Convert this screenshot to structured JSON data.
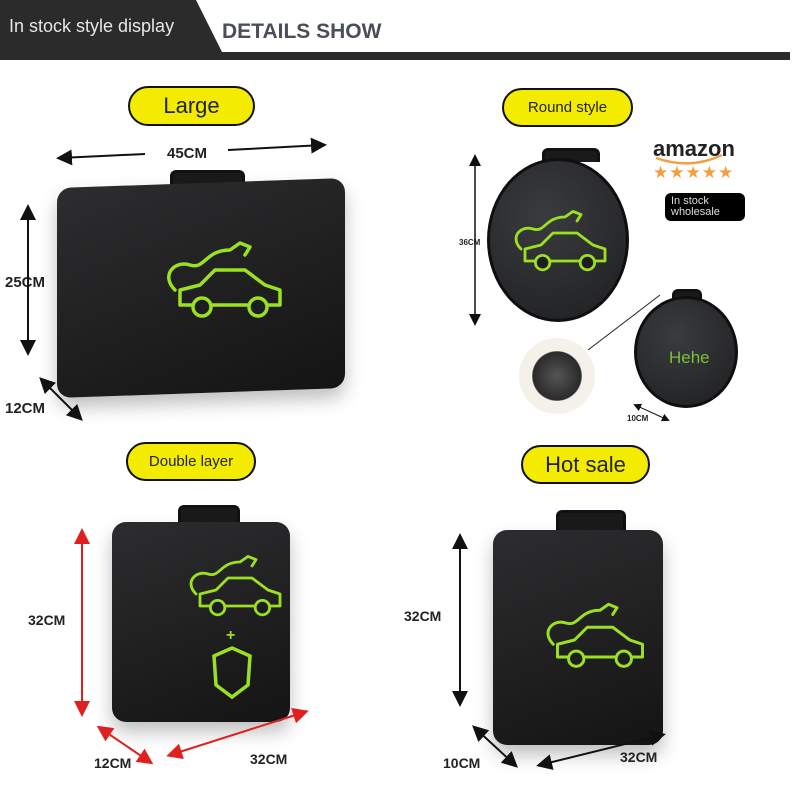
{
  "header": {
    "left_label": "In stock style display",
    "title": "DETAILS SHOW"
  },
  "large": {
    "label": "Large",
    "width": "45CM",
    "height": "25CM",
    "depth": "12CM"
  },
  "round": {
    "label": "Round style",
    "diameter": "36CM",
    "depth": "10CM",
    "brand": "amazon",
    "rating_stars": 5,
    "badge": "In stock wholesale",
    "print_text": "Hehe"
  },
  "double": {
    "label": "Double layer",
    "height": "32CM",
    "depth": "12CM",
    "width": "32CM"
  },
  "hot": {
    "label": "Hot sale",
    "height": "32CM",
    "depth": "10CM",
    "width": "32CM"
  },
  "colors": {
    "accent_yellow": "#f3ec00",
    "logo_green": "#9be021",
    "header_dark": "#2b2b2b",
    "arrow_red": "#e02020"
  }
}
